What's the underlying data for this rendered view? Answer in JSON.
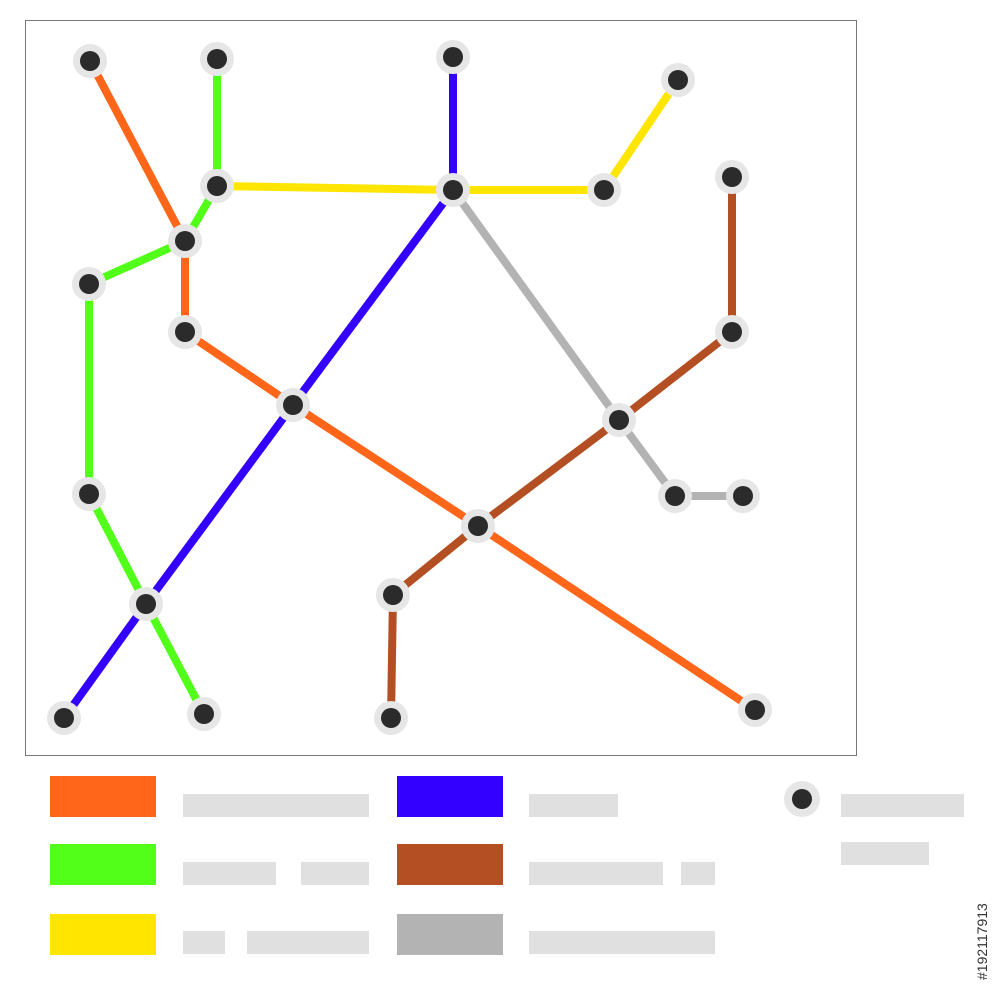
{
  "map": {
    "frame_color": "#777777",
    "station_color": "#2b2b2b",
    "station_ring_color": "#e6e6e6",
    "lines": [
      {
        "id": "orange",
        "color": "#ff6619"
      },
      {
        "id": "green",
        "color": "#52ff19"
      },
      {
        "id": "yellow",
        "color": "#ffe500"
      },
      {
        "id": "blue",
        "color": "#3300ff"
      },
      {
        "id": "brown",
        "color": "#b34f22"
      },
      {
        "id": "gray",
        "color": "#b3b3b3"
      }
    ]
  },
  "legend": {
    "swatches": [
      {
        "line": "orange",
        "color": "#ff6619"
      },
      {
        "line": "green",
        "color": "#52ff19"
      },
      {
        "line": "yellow",
        "color": "#ffe500"
      },
      {
        "line": "blue",
        "color": "#3300ff"
      },
      {
        "line": "brown",
        "color": "#b34f22"
      },
      {
        "line": "gray",
        "color": "#b3b3b3"
      }
    ],
    "placeholder_color": "#e0e0e0",
    "station_icon": "station-icon"
  },
  "stock_id": "#192117913"
}
